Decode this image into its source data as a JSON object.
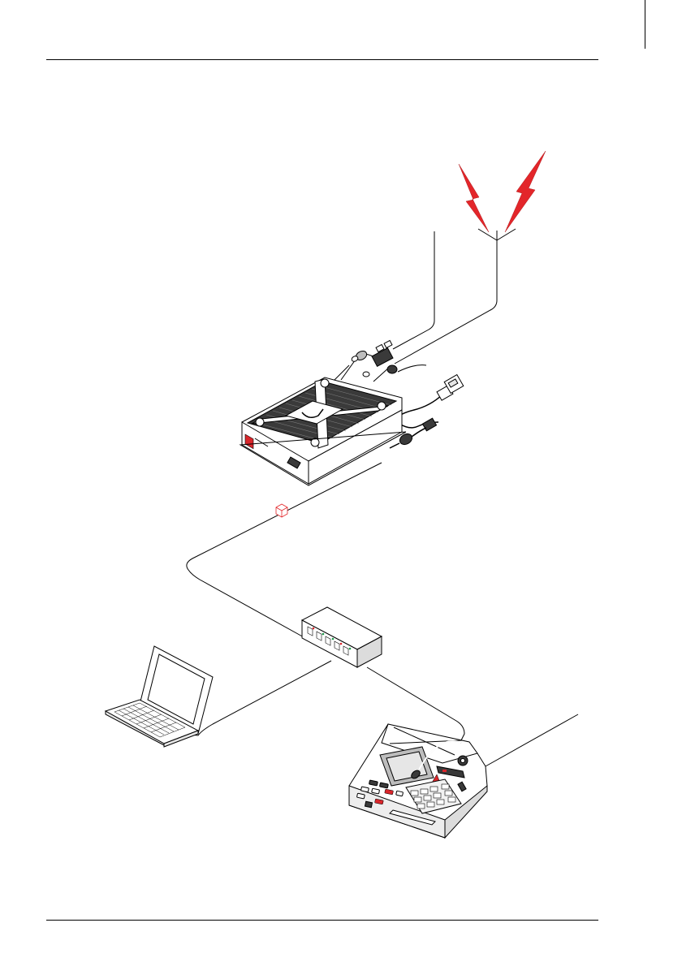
{
  "colors": {
    "line": "#000000",
    "radio_signal": "#e3262a",
    "accent_red": "#d9262b",
    "accent_green": "#1f9a4a",
    "background": "#ffffff"
  },
  "components": [
    {
      "id": "radio-signal",
      "icon": "lightning-bolt-icon"
    },
    {
      "id": "antenna",
      "icon": "antenna-icon"
    },
    {
      "id": "radio-unit",
      "icon": "radio-unit-icon"
    },
    {
      "id": "cable-connector",
      "icon": "cube-connector-icon"
    },
    {
      "id": "network-switch",
      "icon": "switch-box-icon"
    },
    {
      "id": "laptop",
      "icon": "laptop-icon"
    },
    {
      "id": "desk-console",
      "icon": "desk-console-icon"
    }
  ]
}
